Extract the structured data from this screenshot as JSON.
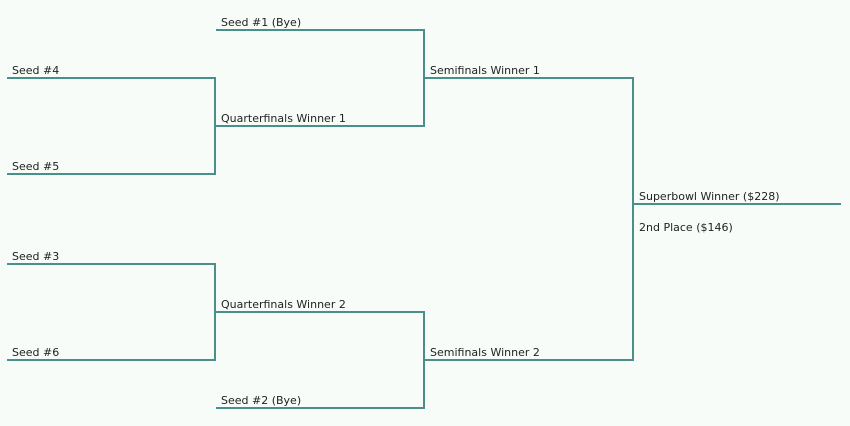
{
  "bracket": {
    "round1": {
      "seed4": "Seed #4",
      "seed5": "Seed #5",
      "seed3": "Seed #3",
      "seed6": "Seed #6"
    },
    "round2": {
      "seed1": "Seed #1 (Bye)",
      "qf1": "Quarterfinals Winner 1",
      "qf2": "Quarterfinals Winner 2",
      "seed2": "Seed #2 (Bye)"
    },
    "round3": {
      "sf1": "Semifinals Winner 1",
      "sf2": "Semifinals Winner 2"
    },
    "final": {
      "winner": "Superbowl Winner ($228)",
      "second": "2nd Place ($146)"
    }
  },
  "colors": {
    "line": "#4a8f88",
    "background": "#f7fcf9"
  }
}
